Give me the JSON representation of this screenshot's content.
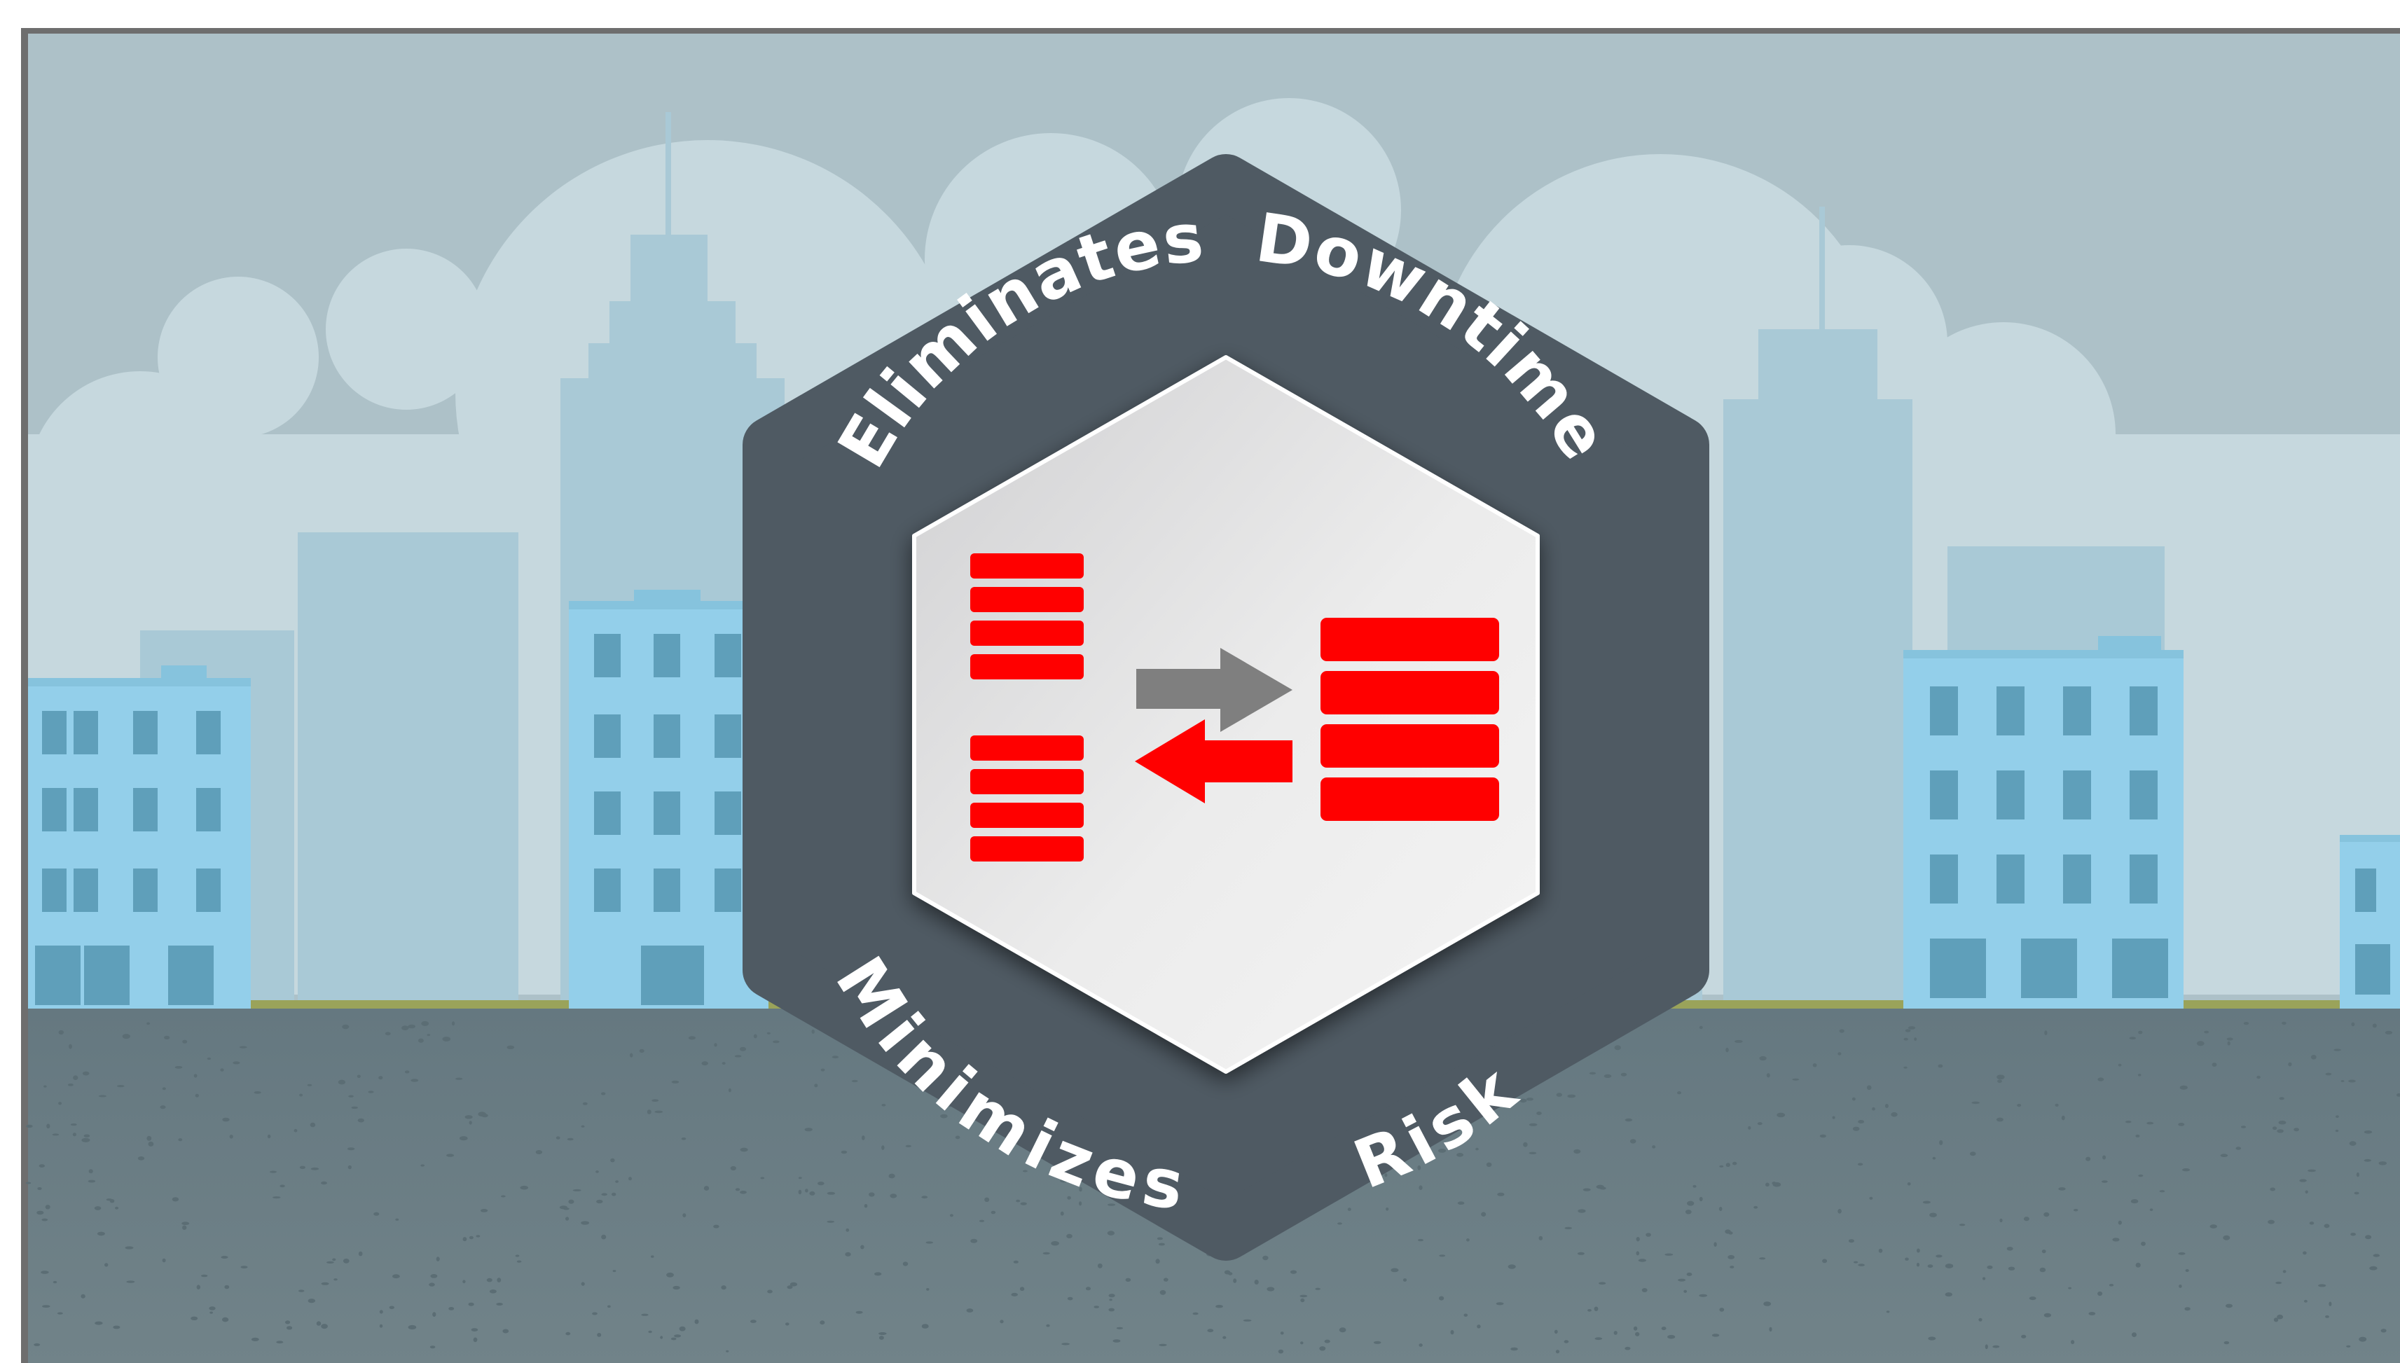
{
  "badge": {
    "words": {
      "eliminates": "Eliminates",
      "downtime": "Downtime",
      "minimizes": "Minimizes",
      "risk": "Risk"
    }
  },
  "colors": {
    "sky": "#adc1c8",
    "cloud": "#c6d8de",
    "building_far": "#a9c9d6",
    "building_near": "#93cfea",
    "window": "#5f9fba",
    "grass_line": "#9aa35a",
    "ground": "#6e8088",
    "hexagon_outer": "#4f5a63",
    "hexagon_inner": "#e6e6e6",
    "accent_red": "#ff0000",
    "arrow_gray": "#7f7f7f",
    "frame": "#6e6e6e"
  },
  "icons": {
    "left_stack_top": "server-stack-icon",
    "left_stack_bottom": "server-stack-icon",
    "right_stack": "server-stack-icon",
    "arrow_right": "arrow-right-icon",
    "arrow_left": "arrow-left-icon"
  }
}
